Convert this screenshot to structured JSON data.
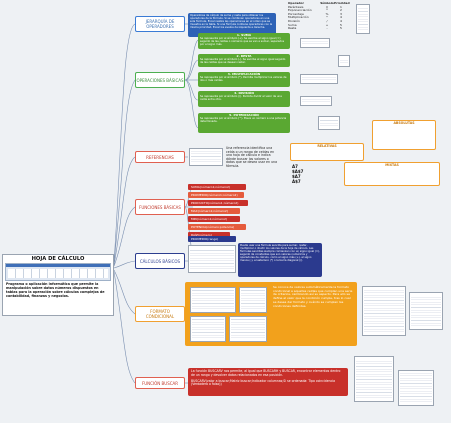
{
  "root": {
    "title": "HOJA DE CÁLCULO",
    "description": "Programa o aplicación informática que permite la manipulación sobre datos números dispuestos en tablas para la operación sobre cálculos complejos de contabilidad, finanzas y negocios."
  },
  "branches": [
    {
      "label": "JERARQUÍA DE OPERADORES"
    },
    {
      "label": "OPERACIONES BÁSICAS"
    },
    {
      "label": "REFERENCIAS"
    },
    {
      "label": "FUNCIONES BÁSICAS"
    },
    {
      "label": "CÁLCULOS BÁSICOS"
    },
    {
      "label": "FORMATO CONDICIONAL"
    },
    {
      "label": "FUNCIÓN BUSCAR"
    }
  ],
  "jerarquia": {
    "text": "Operadores de cálculo de suma y resta para obtener los operadores de la fórmula. Si se combinan operadores en una sola fórmula, Excel realiza las operaciones en el orden que se muestra en la tabla. Si una fórmula contiene operadores con la misma prioridad, Excel los evalúa de izquierda a derecha.",
    "table": {
      "headers": [
        "Operador",
        "Símbolo",
        "Prioridad"
      ],
      "rows": [
        [
          "Paréntesis",
          "()",
          "1"
        ],
        [
          "Exponenciación",
          "^",
          "2"
        ],
        [
          "Porcentaje",
          "%",
          "3"
        ],
        [
          "Multiplicación",
          "*",
          "4"
        ],
        [
          "División",
          "/",
          "4"
        ],
        [
          "Suma",
          "+",
          "5"
        ],
        [
          "Resta",
          "-",
          "5"
        ]
      ]
    }
  },
  "operaciones": [
    {
      "title": "1. SUMA",
      "text": "Se representa por el símbolo (+). Se escribe el signo igual (=) seguido de las celdas o números que se van a sumar, separados por el signo más."
    },
    {
      "title": "2. RESTA",
      "text": "Se representa por el símbolo (-). Se escribe el signo igual seguido de las celdas que se desean restar."
    },
    {
      "title": "3. MULTIPLICACIÓN",
      "text": "Se representa por el símbolo (*). Permite multiplicar los valores de dos o más celdas."
    },
    {
      "title": "4. DIVISIÓN",
      "text": "Se representa por el símbolo (/). Permite dividir el valor de una celda entre otra."
    },
    {
      "title": "5. POTENCIACIÓN",
      "text": "Se representa por el símbolo (^). Eleva un número a una potencia determinada."
    }
  ],
  "referencias": {
    "text": "Una referencia identifica una celda o un rango de celdas en una hoja de cálculo e indica dónde buscar los valores o datos que se desea usar en una fórmula.",
    "labels": [
      "RELATIVAS",
      "ABSOLUTAS",
      "MIXTAS"
    ],
    "cells": [
      "A7",
      "$A$7",
      "$A7",
      "A$7"
    ]
  },
  "funciones": [
    "SUMA(número1;número2)",
    "PROMEDIO(número1;número2)",
    "PRODUCTO(número1;número2)",
    "MAX(número1;número2)",
    "MIN(número1;número2)",
    "POTENCIA(número;potencia)",
    "RAÍZ(número)"
  ],
  "calculos": {
    "pill": "PROMEDIO(rango)",
    "text": "Puede usar una fórmula sencilla para sumar, restar, multiplicar o dividir los valores de la hoja de cálculo. Las fórmulas sencillas siempre comienzan con un signo igual (=), seguido de constantes que son valores numéricos y operadores de cálculo, como el signo más (+), el signo menos (-), el asterisco (*) o la barra diagonal (/)."
  },
  "formato": {
    "text": "Se conoce de valores automáticamente la formato condicional a aquellas celdas que cumplan una serie de criterios, cambiando así su aspecto. Para ello se define el valor que la condición cumple, tras lo cual se desea dar formato y cuándo se cumplen las condiciones definidas."
  },
  "buscar": {
    "text1": "La función BUSCARV nos permite, al igual que BUSCARH y BUSCAR, encontrar elementos dentro de un rango y devolver datos relacionados en esa posición.",
    "text2": "BUSCARV(valor a buscar;Matriz buscar;Indicador columnas;Si se ordenada: Tipo coincidencia (Verdadero o falso))"
  },
  "colors": {
    "connector": "#7a8fb0",
    "blue": "#2d62b6",
    "green": "#5aa832",
    "red": "#c8302a",
    "navy": "#2b3a8e",
    "orange": "#f2a11c"
  }
}
